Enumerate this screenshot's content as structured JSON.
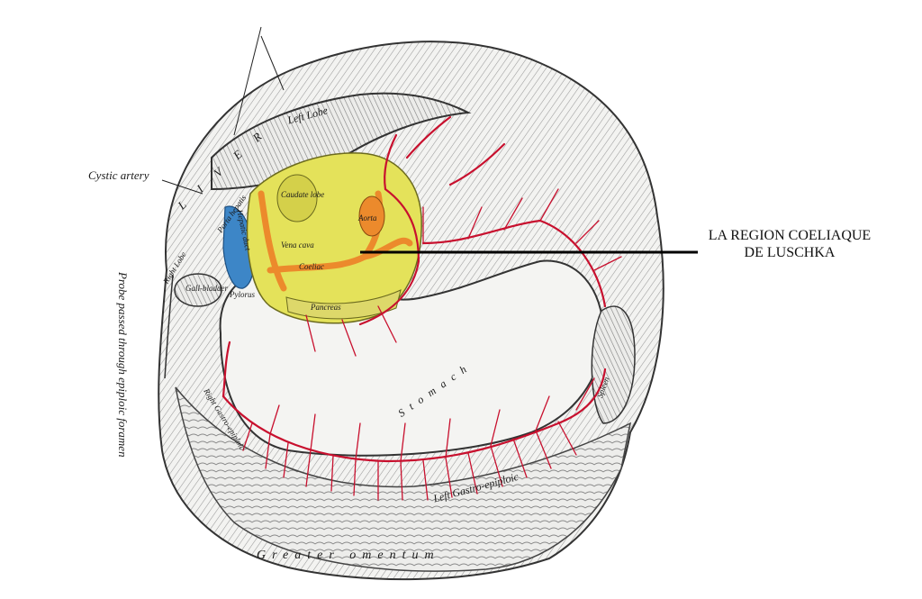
{
  "main_label": {
    "line1": "LA REGION COELIAQUE",
    "line2": "DE LUSCHKA"
  },
  "labels": {
    "cystic_artery": "Cystic artery",
    "liver": "L I V E R",
    "left_lobe": "Left Lobe",
    "right_lobe": "Right Lobe",
    "porta_hepatis": "Porta hepatis",
    "hepatic_duct": "Hepatic duct",
    "gall_bladder": "Gall-bladder",
    "pylorus": "Pylorus",
    "caudate_lobe": "Caudate lobe",
    "vena_cava": "Vena cava",
    "aorta": "Aorta",
    "coeliac": "Coeliac",
    "pancreas": "Pancreas",
    "stomach": "Stomach",
    "spleen": "Spleen",
    "probe": "Probe passed through epiploic foramen",
    "right_gastroepiploic": "Right Gastro-epiploic",
    "left_gastroepiploic": "Left Gastro-epiploic",
    "greater_omentum": "Greater omentum"
  },
  "colors": {
    "highlight_yellow": "#e4e25a",
    "artery_orange": "#ec8a2c",
    "vein_blue": "#3d86c7",
    "artery_red": "#c8102e",
    "pointer_line": "#000000"
  }
}
